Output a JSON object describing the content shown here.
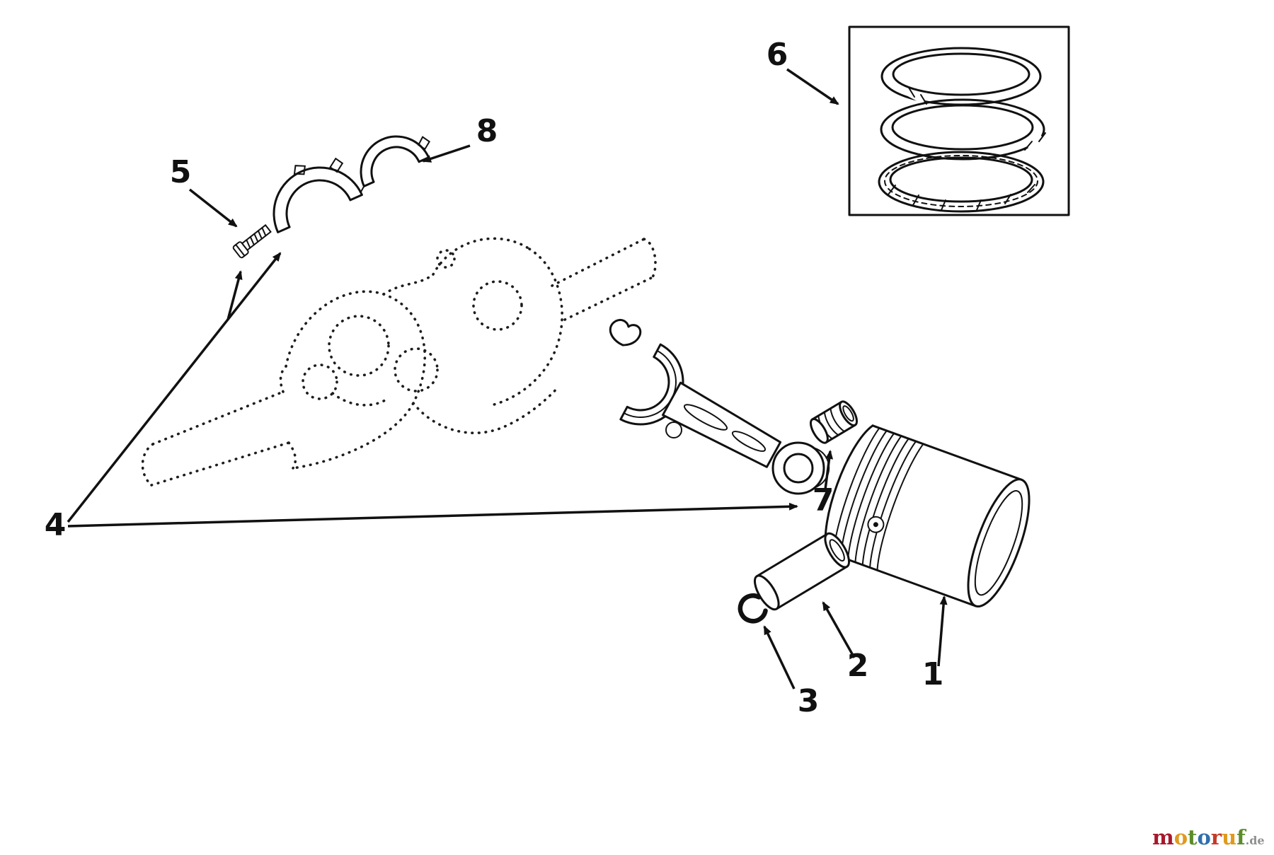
{
  "diagram": {
    "type": "exploded-parts-diagram",
    "line_color": "#111111",
    "background": "#ffffff",
    "callouts": [
      {
        "number": "1",
        "part": "piston"
      },
      {
        "number": "2",
        "part": "piston-pin"
      },
      {
        "number": "3",
        "part": "pin-retaining-ring"
      },
      {
        "number": "4",
        "part": "crankshaft-bearing-set"
      },
      {
        "number": "5",
        "part": "screw"
      },
      {
        "number": "6",
        "part": "piston-ring-set"
      },
      {
        "number": "7",
        "part": "small-end-bushing"
      },
      {
        "number": "8",
        "part": "bearing-half-shell"
      }
    ],
    "watermark": {
      "letters": [
        {
          "ch": "m",
          "color": "#a8182c"
        },
        {
          "ch": "o",
          "color": "#e09a1e"
        },
        {
          "ch": "t",
          "color": "#5c8c28"
        },
        {
          "ch": "o",
          "color": "#2e6fae"
        },
        {
          "ch": "r",
          "color": "#c43b2a"
        },
        {
          "ch": "u",
          "color": "#e09a1e"
        },
        {
          "ch": "f",
          "color": "#5c8c28"
        }
      ],
      "suffix": ".de",
      "suffix_color": "#8f8f8f"
    }
  }
}
